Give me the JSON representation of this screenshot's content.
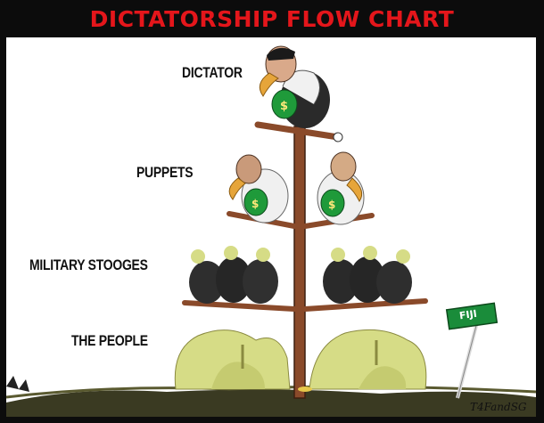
{
  "title": "DICTATORSHIP FLOW CHART",
  "levels": {
    "dictator": "DICTATOR",
    "puppets": "PUPPETS",
    "military": "MILITARY STOOGES",
    "people": "THE PEOPLE"
  },
  "sign": "FIJI",
  "signature": "T4FandSG",
  "colors": {
    "title": "#e4161b",
    "frame": "#0c0c0c",
    "money_bag": "#1f9a3a",
    "slime": "#d6dc86",
    "sign": "#1a8c3a",
    "pole": "#8a4a2a"
  },
  "icons": [
    "vulture-icon",
    "money-bag-icon",
    "signpost-icon"
  ]
}
